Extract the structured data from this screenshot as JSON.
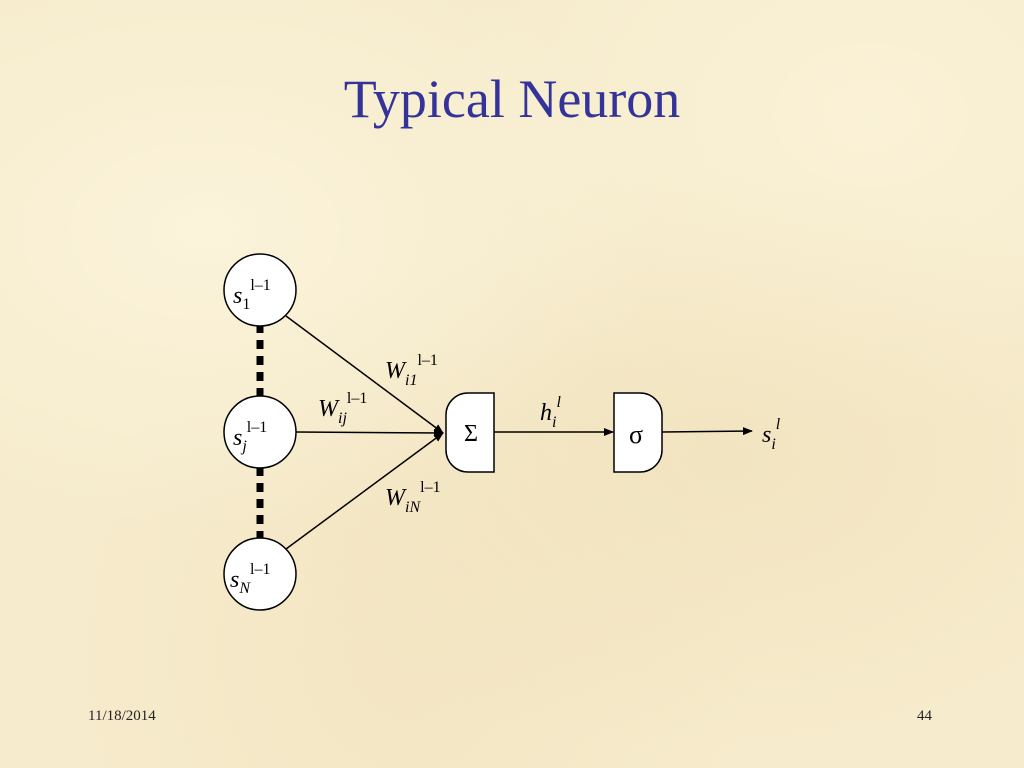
{
  "title": "Typical Neuron",
  "footer": {
    "date": "11/18/2014",
    "page": "44"
  },
  "inputs": [
    {
      "base": "s",
      "sub": "1",
      "sup": "l–1"
    },
    {
      "base": "s",
      "sub": "j",
      "sup": "l–1"
    },
    {
      "base": "s",
      "sub": "N",
      "sup": "l–1"
    }
  ],
  "weights": [
    {
      "base": "W",
      "sub": "i1",
      "sup": "l–1"
    },
    {
      "base": "W",
      "sub": "ij",
      "sup": "l–1"
    },
    {
      "base": "W",
      "sub": "iN",
      "sup": "l–1"
    }
  ],
  "sum_symbol": "Σ",
  "activation_symbol": "σ",
  "hidden": {
    "base": "h",
    "sub": "i",
    "sup": "l"
  },
  "output": {
    "base": "s",
    "sub": "i",
    "sup": "l"
  }
}
